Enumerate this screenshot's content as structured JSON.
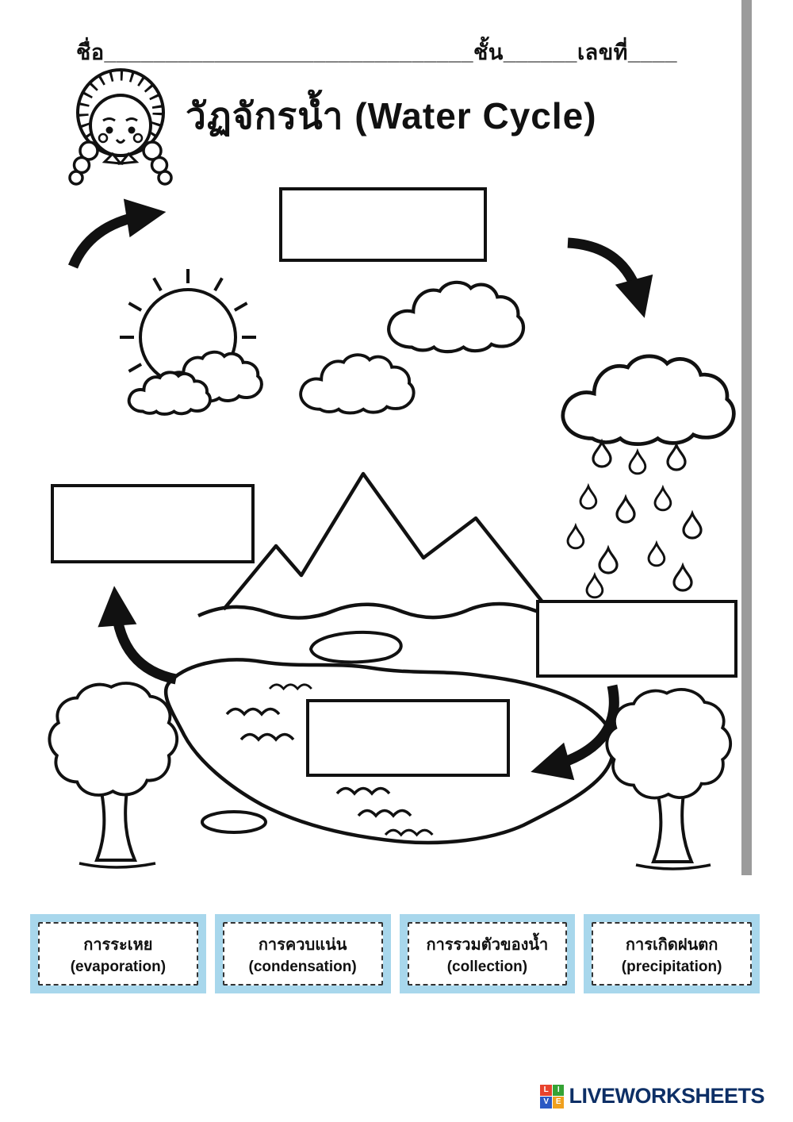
{
  "header": {
    "name_label": "ชื่อ",
    "name_blank": "______________________________",
    "class_label": "ชั้น",
    "class_blank": "______",
    "number_label": "เลขที่",
    "number_blank": "____",
    "title": "วัฏจักรน้ำ (Water Cycle)"
  },
  "word_bank": {
    "card_bg": "#a8d7ec",
    "cards": [
      {
        "thai": "การระเหย",
        "english": "(evaporation)"
      },
      {
        "thai": "การควบแน่น",
        "english": "(condensation)"
      },
      {
        "thai": "การรวมตัวของน้ำ",
        "english": "(collection)"
      },
      {
        "thai": "การเกิดฝนตก",
        "english": "(precipitation)"
      }
    ]
  },
  "footer": {
    "logo_text": "LIVEWORKSHEETS",
    "logo_text_color": "#0d2f66",
    "squares": [
      {
        "letter": "L",
        "color": "#e8432d"
      },
      {
        "letter": "I",
        "color": "#35a335"
      },
      {
        "letter": "V",
        "color": "#2b59c3"
      },
      {
        "letter": "E",
        "color": "#f0a01e"
      }
    ]
  }
}
